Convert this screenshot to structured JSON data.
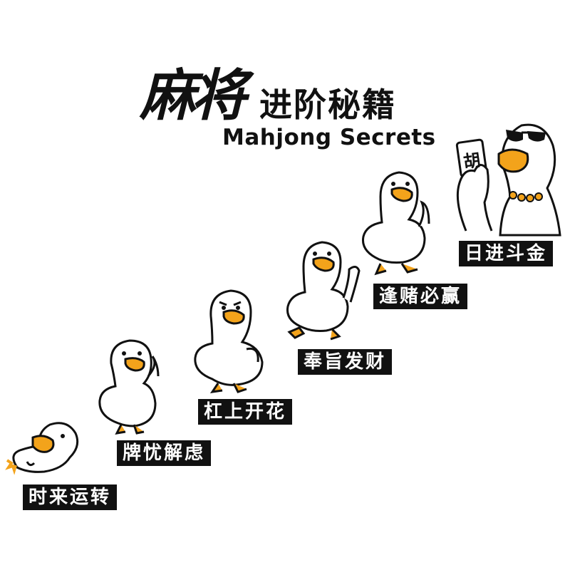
{
  "title": {
    "cn_main": "麻将",
    "cn_sub": "进阶秘籍",
    "en": "Mahjong Secrets"
  },
  "tile_text": "胡",
  "steps": [
    {
      "label": "时来运转"
    },
    {
      "label": "牌忧解虑"
    },
    {
      "label": "杠上开花"
    },
    {
      "label": "奉旨发财"
    },
    {
      "label": "逢赌必赢"
    },
    {
      "label": "日进斗金"
    }
  ],
  "colors": {
    "ink": "#111111",
    "beak": "#f3a31b",
    "label_bg": "#111111",
    "label_text": "#ffffff",
    "chain": "#f3a31b"
  },
  "icons": [
    "duck-icon",
    "sunglasses-icon",
    "mahjong-tile-icon",
    "gold-chain-icon"
  ]
}
